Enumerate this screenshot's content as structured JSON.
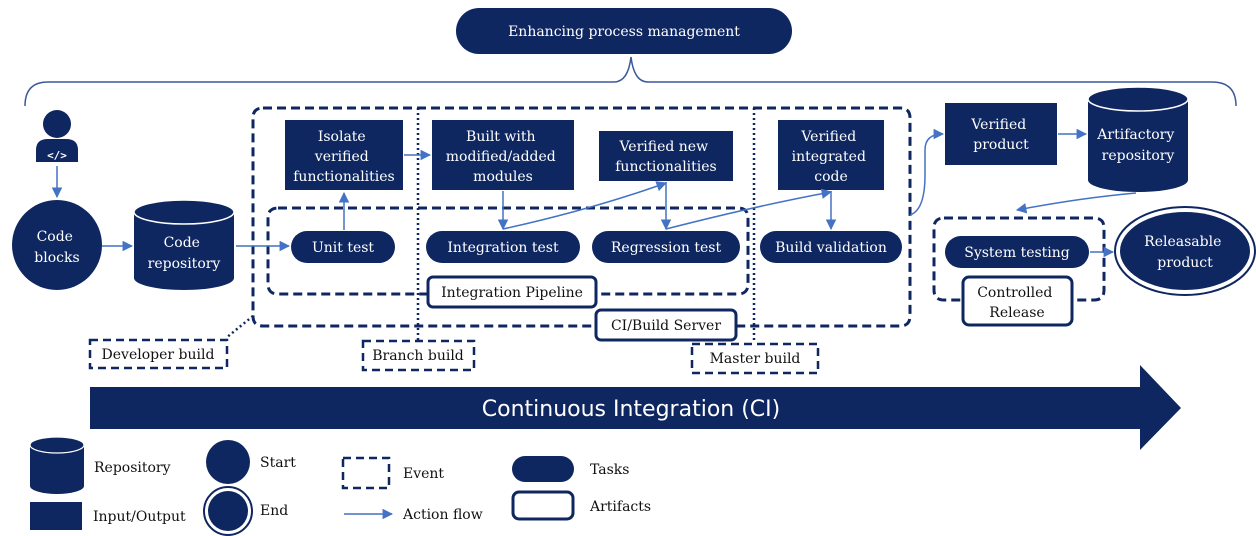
{
  "header": {
    "title": "Enhancing process management"
  },
  "nodes": {
    "code_blocks": [
      "Code",
      "blocks"
    ],
    "code_repository": [
      "Code",
      "repository"
    ],
    "isolate": [
      "Isolate",
      "verified",
      "functionalities"
    ],
    "built_with": [
      "Built with",
      "modified/added",
      "modules"
    ],
    "verified_new": [
      "Verified new",
      "functionalities"
    ],
    "verified_integrated": [
      "Verified",
      "integrated",
      "code"
    ],
    "verified_product": [
      "Verified",
      "product"
    ],
    "artifactory": [
      "Artifactory",
      "repository"
    ],
    "releasable": [
      "Releasable",
      "product"
    ],
    "unit_test": "Unit test",
    "integration_test": "Integration test",
    "regression_test": "Regression test",
    "build_validation": "Build validation",
    "system_testing": "System testing",
    "integration_pipeline": "Integration Pipeline",
    "ci_build_server": "CI/Build Server",
    "controlled_release": [
      "Controlled",
      "Release"
    ]
  },
  "events": {
    "developer_build": "Developer build",
    "branch_build": "Branch build",
    "master_build": "Master build"
  },
  "ci_arrow": {
    "label": "Continuous Integration (CI)"
  },
  "legend": {
    "repository": "Repository",
    "input_output": "Input/Output",
    "start": "Start",
    "end": "End",
    "event": "Event",
    "action_flow": "Action flow",
    "tasks": "Tasks",
    "artifacts": "Artifacts"
  },
  "colors": {
    "navy": "#0f2760",
    "arrow": "#4472c4",
    "white": "#ffffff"
  }
}
